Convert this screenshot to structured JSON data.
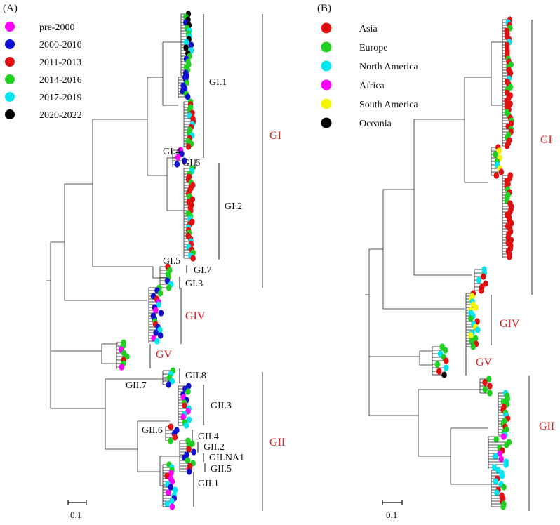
{
  "panels": {
    "a": {
      "label": "(A)",
      "legend": [
        {
          "label": "pre-2000",
          "color": "#ff00ff"
        },
        {
          "label": "2000-2010",
          "color": "#1010d0"
        },
        {
          "label": "2011-2013",
          "color": "#e01010"
        },
        {
          "label": "2014-2016",
          "color": "#20d020"
        },
        {
          "label": "2017-2019",
          "color": "#00e6f0"
        },
        {
          "label": "2020-2022",
          "color": "#000000"
        }
      ],
      "subclades": [
        "GI.1",
        "GI.6",
        "GI.4",
        "GI.2",
        "GI.5",
        "GI.7",
        "GI.3",
        "GII.8",
        "GII.7",
        "GII.3",
        "GII.6",
        "GII.4",
        "GII.2",
        "GII.NA1",
        "GII.5",
        "GII.1"
      ],
      "major_clades": [
        "GI",
        "GIV",
        "GV",
        "GII"
      ],
      "scale": "0.1"
    },
    "b": {
      "label": "(B)",
      "legend": [
        {
          "label": "Asia",
          "color": "#e01010"
        },
        {
          "label": "Europe",
          "color": "#20d020"
        },
        {
          "label": "North America",
          "color": "#00e6f0"
        },
        {
          "label": "Africa",
          "color": "#ff00ff"
        },
        {
          "label": "South America",
          "color": "#f5f500"
        },
        {
          "label": "Oceania",
          "color": "#000000"
        }
      ],
      "major_clades": [
        "GI",
        "GIV",
        "GV",
        "GII"
      ],
      "scale": "0.1"
    }
  }
}
